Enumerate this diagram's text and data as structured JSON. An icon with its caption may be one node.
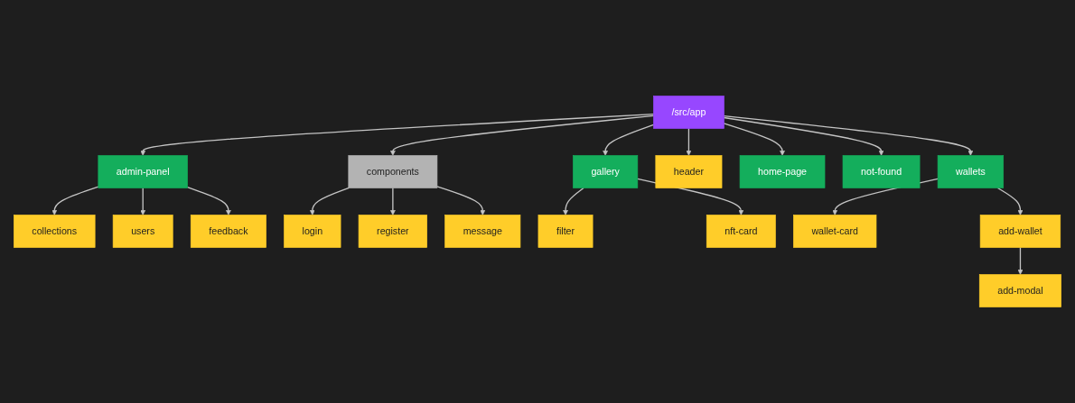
{
  "diagram": {
    "nodes": [
      {
        "text": [
          "/src/app"
        ]
      },
      {
        "text": [
          "admin-panel"
        ]
      },
      {
        "text": [
          "components"
        ]
      },
      {
        "text": [
          "gallery"
        ]
      },
      {
        "text": [
          "header"
        ]
      },
      {
        "text": [
          "home-page"
        ]
      },
      {
        "text": [
          "not-found"
        ]
      },
      {
        "text": [
          "wallets"
        ]
      },
      {
        "text": [
          "collections"
        ]
      },
      {
        "text": [
          "users"
        ]
      },
      {
        "text": [
          "feedback"
        ]
      },
      {
        "text": [
          "login"
        ]
      },
      {
        "text": [
          "register"
        ]
      },
      {
        "text": [
          "message"
        ]
      },
      {
        "text": [
          "filter"
        ]
      },
      {
        "text": [
          "nft-card"
        ]
      },
      {
        "text": [
          "wallet-card"
        ]
      },
      {
        "text": [
          "add-wallet"
        ]
      },
      {
        "text": [
          "add-modal"
        ]
      }
    ],
    "edges": [
      {
        "from": 0,
        "to": 1,
        "arrow": "to"
      },
      {
        "from": 0,
        "to": 2,
        "arrow": "to"
      },
      {
        "from": 0,
        "to": 3,
        "arrow": "to"
      },
      {
        "from": 0,
        "to": 4,
        "arrow": "to"
      },
      {
        "from": 0,
        "to": 5,
        "arrow": "to"
      },
      {
        "from": 0,
        "to": 6,
        "arrow": "to"
      },
      {
        "from": 0,
        "to": 7,
        "arrow": "to"
      },
      {
        "from": 1,
        "to": 8,
        "arrow": "to"
      },
      {
        "from": 1,
        "to": 9,
        "arrow": "to"
      },
      {
        "from": 1,
        "to": 10,
        "arrow": "to"
      },
      {
        "from": 2,
        "to": 11,
        "arrow": "to"
      },
      {
        "from": 2,
        "to": 12,
        "arrow": "to"
      },
      {
        "from": 2,
        "to": 13,
        "arrow": "to"
      },
      {
        "from": 3,
        "to": 14,
        "arrow": "to"
      },
      {
        "from": 3,
        "to": 15,
        "arrow": "to"
      },
      {
        "from": 7,
        "to": 16,
        "arrow": "to"
      },
      {
        "from": 7,
        "to": 17,
        "arrow": "to"
      },
      {
        "from": 17,
        "to": 18,
        "arrow": "to"
      }
    ]
  }
}
